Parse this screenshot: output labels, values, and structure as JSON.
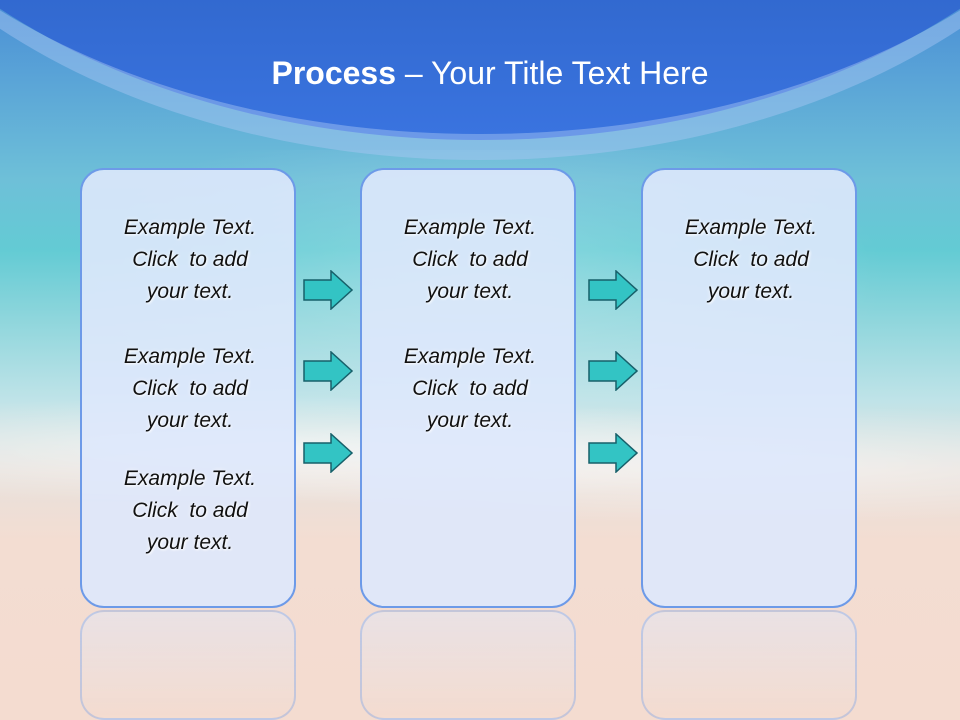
{
  "title": {
    "bold": "Process",
    "rest": " – Your Title Text Here"
  },
  "columns": [
    {
      "items": [
        [
          "Example Text.",
          "Click  to add",
          "your text."
        ],
        [
          "Example Text.",
          "Click  to add",
          "your text."
        ],
        [
          "Example Text.",
          "Click  to add",
          "your text."
        ]
      ]
    },
    {
      "items": [
        [
          "Example Text.",
          "Click  to add",
          "your text."
        ],
        [
          "Example Text.",
          "Click  to add",
          "your text."
        ]
      ]
    },
    {
      "items": [
        [
          "Example Text.",
          "Click  to add",
          "your text."
        ]
      ]
    }
  ],
  "colors": {
    "arrow_fill": "#33c4c4",
    "arrow_stroke": "#17606a",
    "box_border": "#6d9ae8",
    "sky": "#2b5fc0"
  },
  "icons": {
    "arrow": "right-arrow-icon"
  }
}
